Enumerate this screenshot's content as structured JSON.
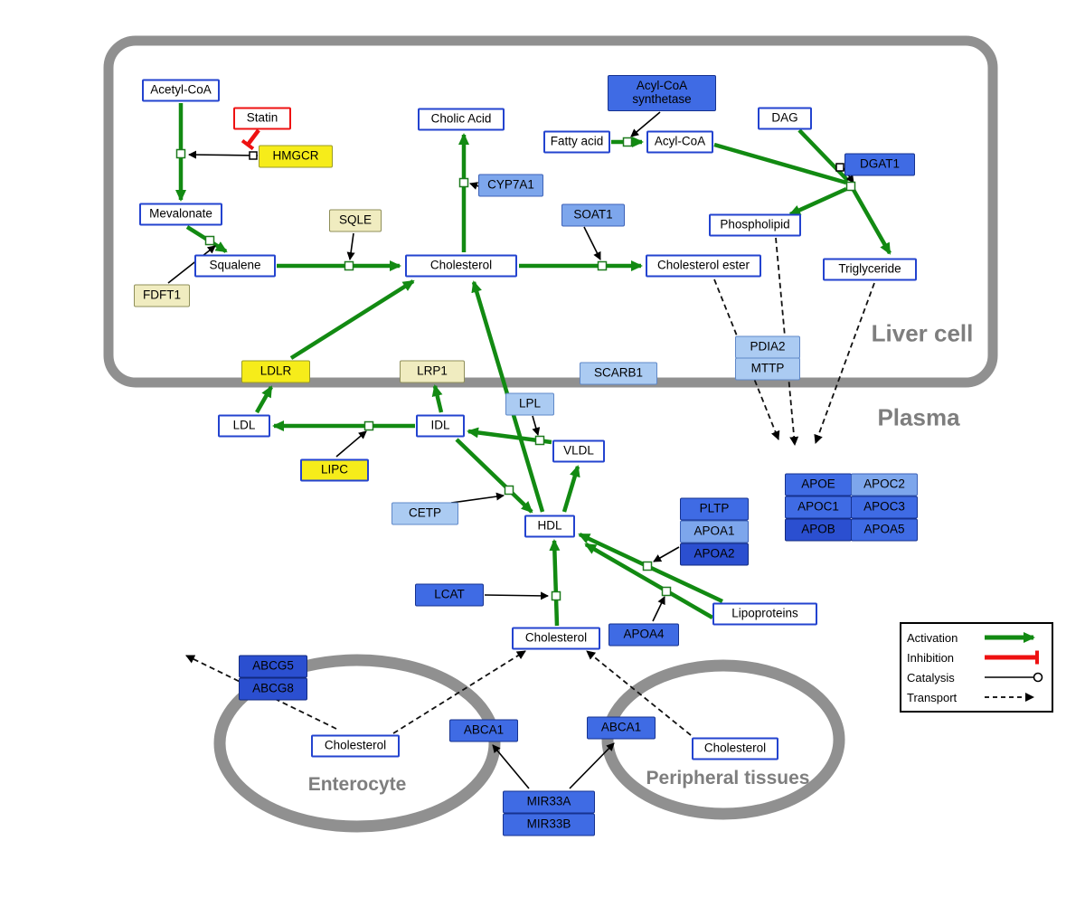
{
  "regions": {
    "liver": "Liver cell",
    "plasma": "Plasma",
    "enterocyte": "Enterocyte",
    "peripheral": "Peripheral tissues"
  },
  "nodes": {
    "acetyl_coa": "Acetyl-CoA",
    "statin": "Statin",
    "hmgcr": "HMGCR",
    "mevalonate": "Mevalonate",
    "fdft1": "FDFT1",
    "squalene": "Squalene",
    "sqle": "SQLE",
    "cholesterol_liver": "Cholesterol",
    "cholic_acid": "Cholic Acid",
    "cyp7a1": "CYP7A1",
    "soat1": "SOAT1",
    "cholesterol_ester": "Cholesterol ester",
    "acyl_coa_synthetase": "Acyl-CoA synthetase",
    "fatty_acid": "Fatty acid",
    "acyl_coa": "Acyl-CoA",
    "dag": "DAG",
    "dgat1": "DGAT1",
    "phospholipid": "Phospholipid",
    "triglyceride": "Triglyceride",
    "pdia2": "PDIA2",
    "mttp": "MTTP",
    "ldlr": "LDLR",
    "lrp1": "LRP1",
    "scarb1": "SCARB1",
    "ldl": "LDL",
    "lipc": "LIPC",
    "idl": "IDL",
    "lpl": "LPL",
    "vldl": "VLDL",
    "cetp": "CETP",
    "hdl": "HDL",
    "lcat": "LCAT",
    "pltp": "PLTP",
    "apoa1": "APOA1",
    "apoa2": "APOA2",
    "apoa4": "APOA4",
    "lipoproteins": "Lipoproteins",
    "cholesterol_plasma": "Cholesterol",
    "apoe": "APOE",
    "apoc2": "APOC2",
    "apoc1": "APOC1",
    "apoc3": "APOC3",
    "apob": "APOB",
    "apoa5": "APOA5",
    "abcg5": "ABCG5",
    "abcg8": "ABCG8",
    "cholesterol_enterocyte": "Cholesterol",
    "abca1_left": "ABCA1",
    "abca1_right": "ABCA1",
    "cholesterol_peripheral": "Cholesterol",
    "mir33a": "MIR33A",
    "mir33b": "MIR33B"
  },
  "legend": {
    "activation": "Activation",
    "inhibition": "Inhibition",
    "catalysis": "Catalysis",
    "transport": "Transport"
  },
  "colors": {
    "activation": "#128a12",
    "inhibition": "#ee1111",
    "membrane": "#909090",
    "metabolite_border": "#2343cf",
    "gene_yellow": "#f6ec1a",
    "gene_pale_yellow": "#f0ecc0",
    "gene_blue": "#3f6be4",
    "gene_dark_blue": "#2b4fd0",
    "gene_medium_blue": "#7da6ec",
    "gene_light_blue": "#abcbf2"
  }
}
